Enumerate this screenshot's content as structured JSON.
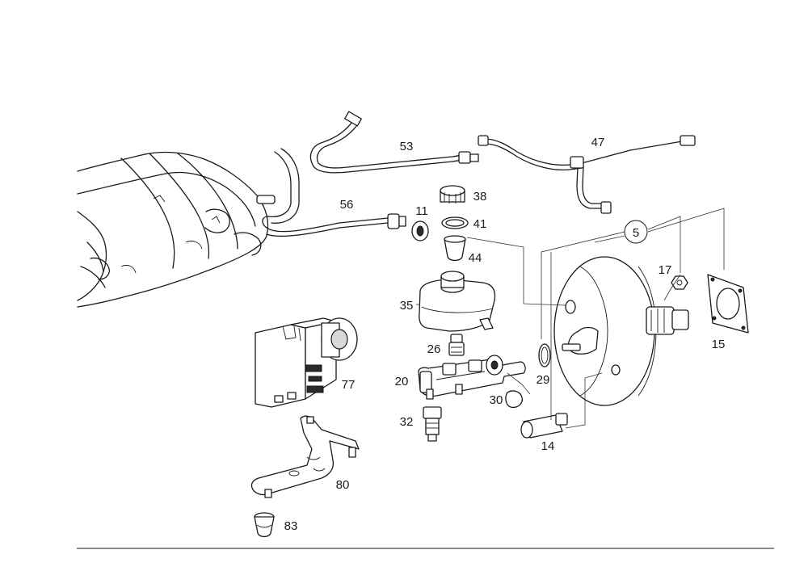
{
  "diagram": {
    "callouts": {
      "c5": "5",
      "c11": "11",
      "c14": "14",
      "c15": "15",
      "c17": "17",
      "c20": "20",
      "c26": "26",
      "c29": "29",
      "c30": "30",
      "c32": "32",
      "c35": "35",
      "c38": "38",
      "c41": "41",
      "c44": "44",
      "c47": "47",
      "c53": "53",
      "c56": "56",
      "c77": "77",
      "c80": "80",
      "c83": "83"
    }
  }
}
